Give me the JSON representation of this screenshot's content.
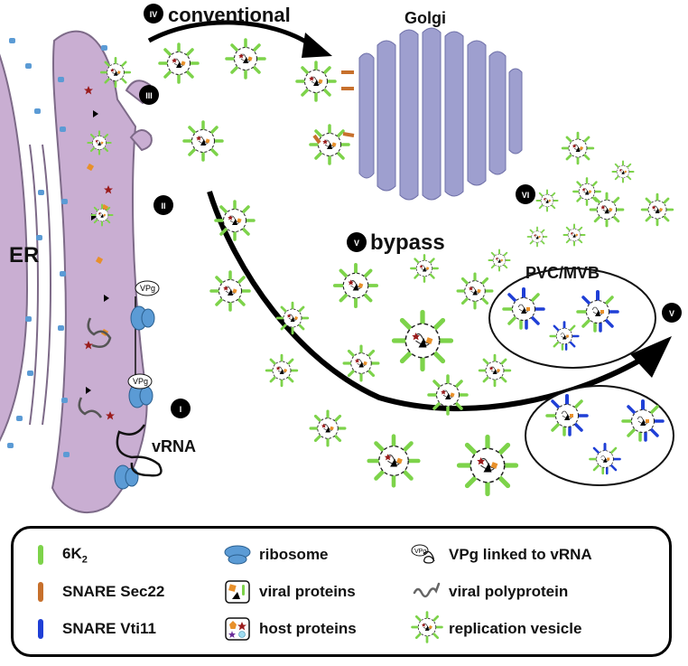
{
  "labels": {
    "er": "ER",
    "golgi": "Golgi",
    "conventional": "conventional",
    "bypass": "bypass",
    "pvc_mvb": "PVC/MVB",
    "vrna": "vRNA",
    "vpg_tag": "VPg"
  },
  "steps": {
    "i": "I",
    "ii": "II",
    "iii": "III",
    "iv": "IV",
    "v_bypass": "V",
    "v_right": "V",
    "vi": "VI"
  },
  "legend": {
    "items": [
      {
        "name": "6K",
        "sub": "2",
        "icon": "green-bar-icon"
      },
      {
        "name": "SNARE Sec22",
        "icon": "orange-bar-icon"
      },
      {
        "name": "SNARE Vti11",
        "icon": "blue-bar-icon"
      },
      {
        "name": "ribosome",
        "icon": "ribosome-icon"
      },
      {
        "name": "viral proteins",
        "icon": "viral-proteins-icon"
      },
      {
        "name": "host proteins",
        "icon": "host-proteins-icon"
      },
      {
        "name": "VPg linked to vRNA",
        "icon": "vpg-vrna-icon"
      },
      {
        "name": "viral polyprotein",
        "icon": "polyprotein-icon"
      },
      {
        "name": "replication vesicle",
        "icon": "replication-vesicle-icon"
      }
    ],
    "vpg_icon_text": "VPg"
  },
  "colors": {
    "er": "#c9aed2",
    "er_stroke": "#7d6a88",
    "golgi": "#9e9fcf",
    "k6": "#7dd34a",
    "sec22": "#c7702c",
    "vti11": "#1f3fd6",
    "ribosome": "#5b9bd5",
    "host_orange": "#e8902a",
    "host_red": "#9a1b1b"
  }
}
